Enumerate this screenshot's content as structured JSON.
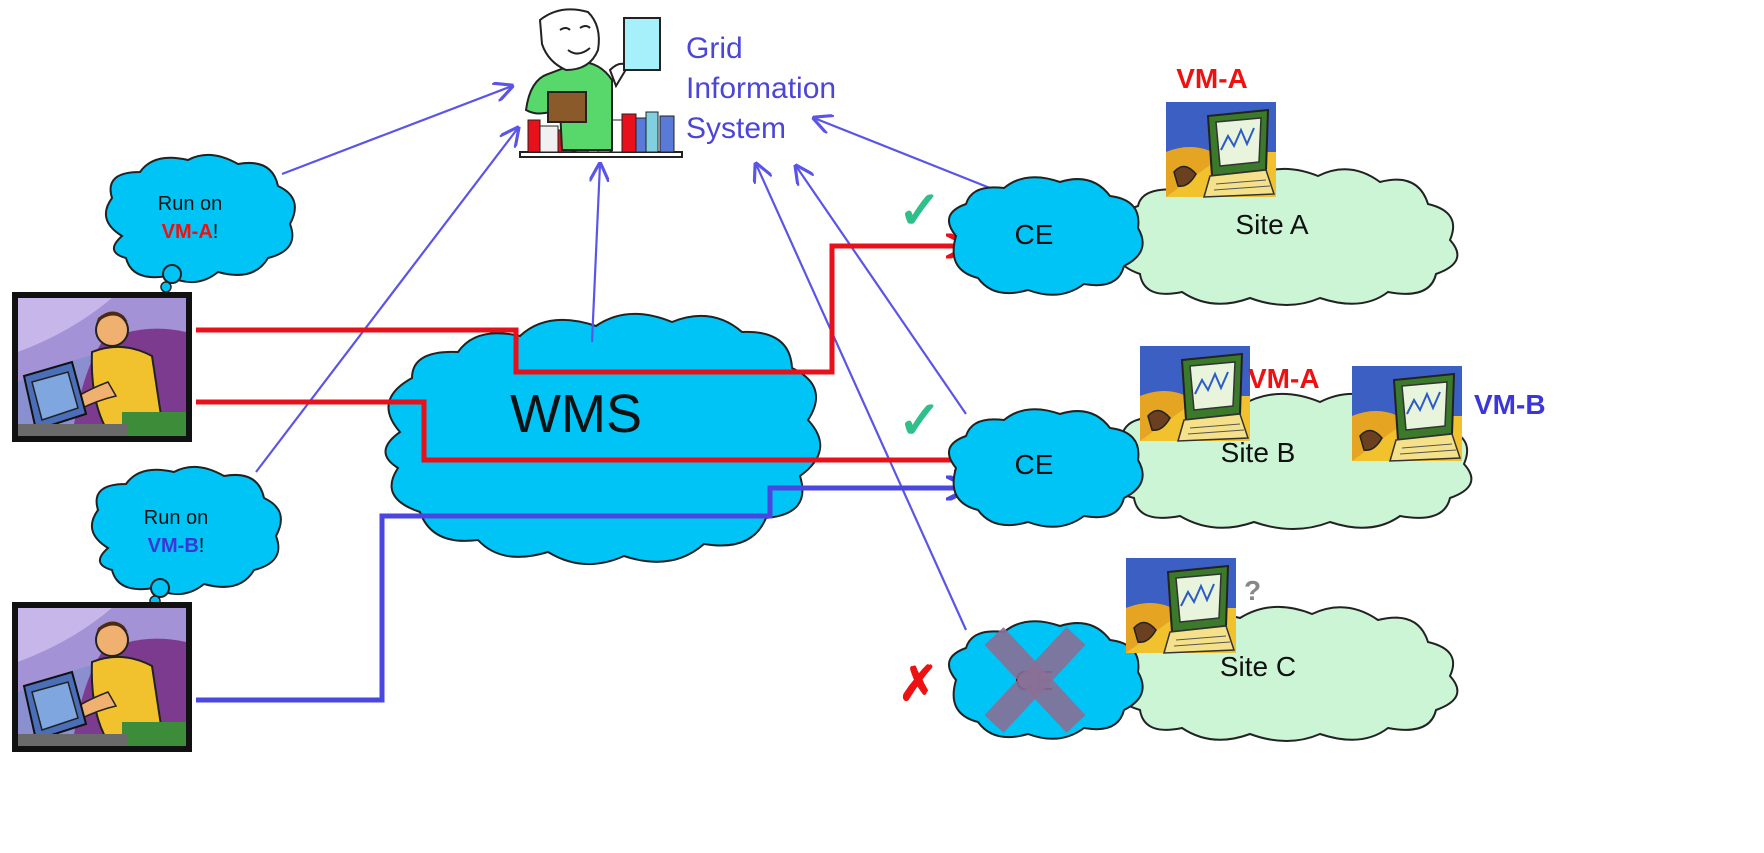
{
  "gis": {
    "line1": "Grid",
    "line2": "Information",
    "line3": "System"
  },
  "wms": {
    "label": "WMS"
  },
  "users": {
    "user_a": {
      "bubble_line1": "Run on",
      "bubble_vm": "VM-A",
      "bubble_excl": "!"
    },
    "user_b": {
      "bubble_line1": "Run on",
      "bubble_vm": "VM-B",
      "bubble_excl": "!"
    }
  },
  "sites": {
    "site_a": {
      "name": "Site A",
      "ce_label": "CE",
      "vm_label": "VM-A",
      "status_mark": "✓"
    },
    "site_b": {
      "name": "Site B",
      "ce_label": "CE",
      "vm_label_1": "VM-A",
      "vm_label_2": "VM-B",
      "status_mark": "✓"
    },
    "site_c": {
      "name": "Site C",
      "ce_label": "CE",
      "vm_unknown": "?",
      "status_mark": "✗"
    }
  },
  "colors": {
    "cloud_blue": "#00c4f5",
    "site_green": "#ccf5d6",
    "route_red": "#e8101a",
    "route_blue": "#4a46e0",
    "info_line": "#5a55e8",
    "check_green": "#2fbf8a",
    "vm_red": "#ee1111",
    "vm_blue": "#3a36d8",
    "label_blue": "#4b46d6"
  }
}
